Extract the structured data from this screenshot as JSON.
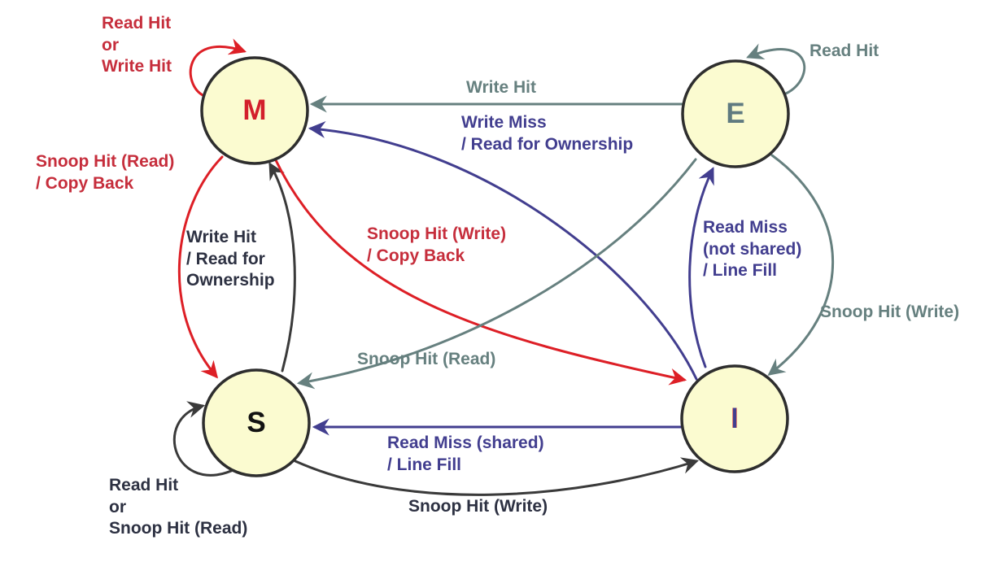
{
  "diagram_type": "state-transition-diagram",
  "colors": {
    "state_fill": "#FBFBD0",
    "state_border": "#2E2E2E",
    "red_line": "#DD1F26",
    "red_text": "#C62E3C",
    "gray": "#66807F",
    "purple": "#423E8F",
    "black_line": "#3A3A3A",
    "black_text": "#2D3142",
    "m_letter": "#D3202C",
    "e_letter": "#5F7A80",
    "s_letter": "#121212",
    "i_letter_stripes": [
      "#D3202C",
      "#423E8F",
      "#D3202C"
    ]
  },
  "states": {
    "m": {
      "label": "M"
    },
    "e": {
      "label": "E"
    },
    "s": {
      "label": "S"
    },
    "i": {
      "label": "I"
    }
  },
  "edges": {
    "m_self": {
      "from": "M",
      "to": "M",
      "color": "red",
      "lines": [
        "Read Hit",
        "or",
        "Write Hit"
      ]
    },
    "e_self": {
      "from": "E",
      "to": "E",
      "color": "gray",
      "lines": [
        "Read Hit"
      ]
    },
    "e_to_m": {
      "from": "E",
      "to": "M",
      "color": "gray",
      "lines": [
        "Write Hit"
      ]
    },
    "i_to_m": {
      "from": "I",
      "to": "M",
      "color": "purple",
      "lines": [
        "Write Miss",
        "/ Read for Ownership"
      ]
    },
    "m_to_s": {
      "from": "M",
      "to": "S",
      "color": "red",
      "lines": [
        "Snoop Hit (Read)",
        "/ Copy Back"
      ]
    },
    "s_to_m": {
      "from": "S",
      "to": "M",
      "color": "black",
      "lines": [
        "Write Hit",
        "/ Read for",
        "Ownership"
      ]
    },
    "m_to_i": {
      "from": "M",
      "to": "I",
      "color": "red",
      "lines": [
        "Snoop Hit (Write)",
        "/ Copy Back"
      ]
    },
    "e_to_s": {
      "from": "E",
      "to": "S",
      "color": "gray",
      "lines": [
        "Snoop Hit (Read)"
      ]
    },
    "i_to_e": {
      "from": "I",
      "to": "E",
      "color": "purple",
      "lines": [
        "Read Miss",
        "(not shared)",
        "/ Line Fill"
      ]
    },
    "e_to_i": {
      "from": "E",
      "to": "I",
      "color": "gray",
      "lines": [
        "Snoop Hit (Write)"
      ]
    },
    "i_to_s": {
      "from": "I",
      "to": "S",
      "color": "purple",
      "lines": [
        "Read Miss (shared)",
        "/ Line Fill"
      ]
    },
    "s_to_i": {
      "from": "S",
      "to": "I",
      "color": "black",
      "lines": [
        "Snoop Hit (Write)"
      ]
    },
    "s_self": {
      "from": "S",
      "to": "S",
      "color": "black",
      "lines": [
        "Read Hit",
        "or",
        "Snoop Hit (Read)"
      ]
    }
  }
}
